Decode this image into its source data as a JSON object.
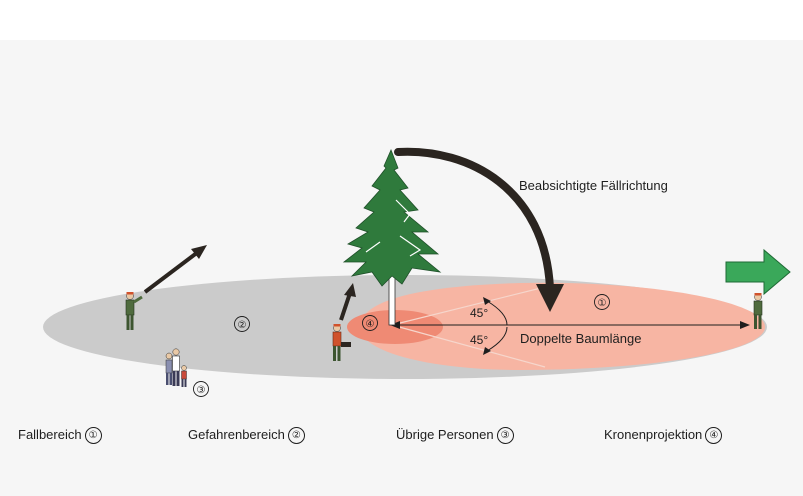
{
  "labels": {
    "intended_direction": "Beabsichtigte Fällrichtung",
    "double_tree_length": "Doppelte Baumlänge",
    "angle_upper": "45°",
    "angle_lower": "45°"
  },
  "zones": {
    "fall_area": "①",
    "danger_area": "②",
    "other_persons": "③",
    "crown_projection": "④"
  },
  "legend": [
    {
      "label": "Fallbereich",
      "num": "①"
    },
    {
      "label": "Gefahrenbereich",
      "num": "②"
    },
    {
      "label": "Übrige Personen",
      "num": "③"
    },
    {
      "label": "Kronenprojektion",
      "num": "④"
    }
  ],
  "colors": {
    "danger_zone": "#cbcbcb",
    "fall_zone": "#f7b5a3",
    "crown_zone": "#ef8a74",
    "tree": "#2f7a3c",
    "arrow": "#2b2520",
    "direction_arrow": "#3aa85a"
  }
}
